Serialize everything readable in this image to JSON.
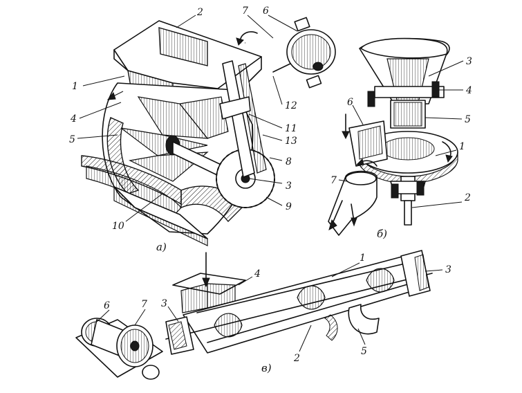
{
  "figure": {
    "captions": {
      "a": "а)",
      "b": "б)",
      "c": "в)"
    },
    "panel_a_labels": {
      "l1": "1",
      "l2": "2",
      "l3": "3",
      "l4": "4",
      "l5": "5",
      "l6": "6",
      "l7": "7",
      "l8": "8",
      "l9": "9",
      "l10": "10",
      "l11": "11",
      "l12": "12",
      "l13": "13"
    },
    "panel_b_labels": {
      "l1": "1",
      "l2": "2",
      "l3": "3",
      "l4": "4",
      "l5": "5",
      "l6": "6",
      "l7": "7"
    },
    "panel_c_labels": {
      "l1": "1",
      "l2": "2",
      "l3a": "3",
      "l3b": "3",
      "l4": "4",
      "l5": "5",
      "l6": "6",
      "l7": "7"
    }
  }
}
